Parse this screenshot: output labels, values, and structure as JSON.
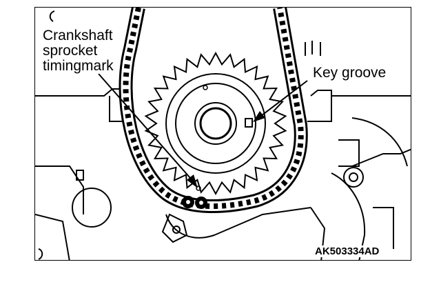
{
  "labels": {
    "crankshaft_line1": "Crankshaft",
    "crankshaft_line2": "sprocket",
    "crankshaft_line3": "timingmark",
    "key_groove": "Key groove",
    "figure_code": "AK503334AD"
  },
  "colors": {
    "ink": "#000000",
    "paper": "#ffffff"
  }
}
